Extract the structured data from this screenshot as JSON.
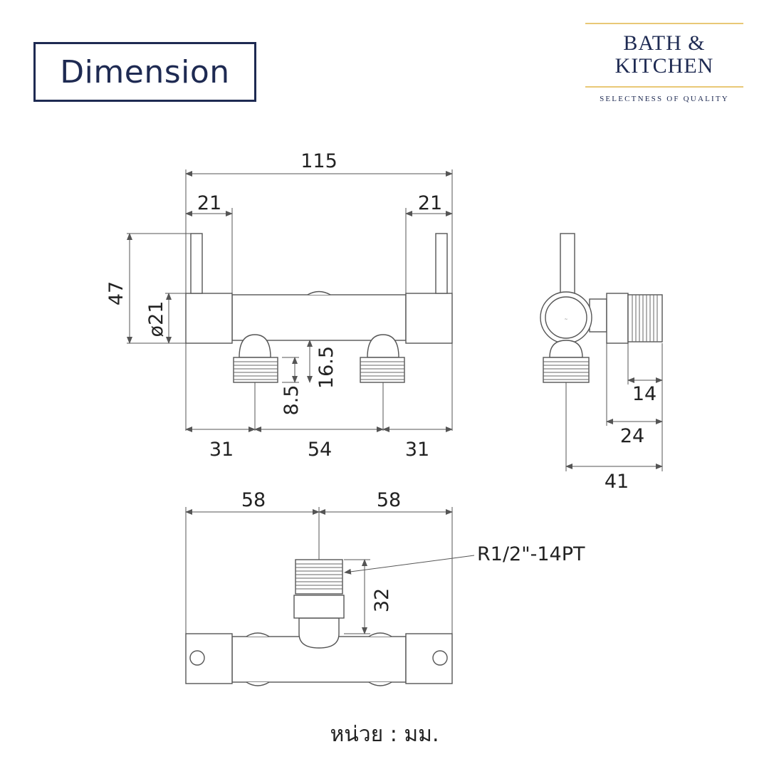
{
  "header": {
    "title": "Dimension"
  },
  "logo": {
    "line1": "BATH &",
    "line2": "KITCHEN",
    "tagline": "SELECTNESS OF QUALITY",
    "accent_color": "#e9c876",
    "text_color": "#1e2a52"
  },
  "dimensions": {
    "front": {
      "overall_width": "115",
      "left_cap": "21",
      "right_cap": "21",
      "height": "47",
      "diameter": "ø21",
      "outlet_drop": "16.5",
      "thread_length": "8.5",
      "left_offset": "31",
      "outlet_spacing": "54",
      "right_offset": "31"
    },
    "side": {
      "thread": "14",
      "mid": "24",
      "overall": "41"
    },
    "bottom": {
      "left_half": "58",
      "right_half": "58",
      "inlet_height": "32",
      "thread_spec": "R1/2\"-14PT"
    }
  },
  "footer": {
    "unit_label": "หน่วย : มม."
  }
}
